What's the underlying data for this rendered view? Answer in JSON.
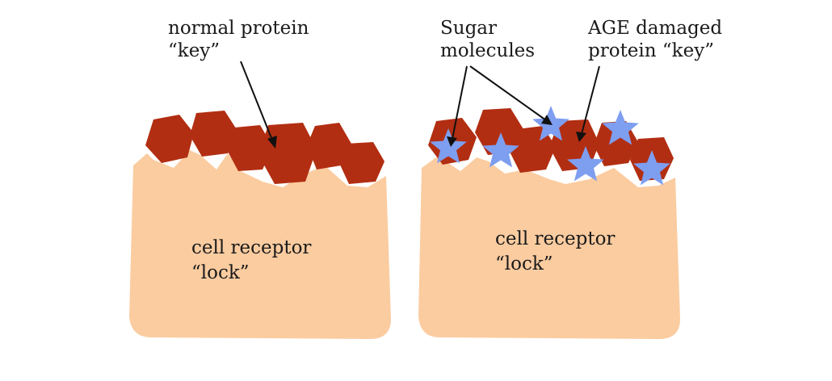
{
  "colors": {
    "receptor": "#fbcca0",
    "protein": "#b22e12",
    "sugar": "#7e9ef0",
    "text": "#1a1a1a",
    "arrow": "#111111"
  },
  "labels": {
    "normal_key_line1": "normal protein",
    "normal_key_line2": "“key”",
    "sugar_line1": "Sugar",
    "sugar_line2": "molecules",
    "age_line1": "AGE damaged",
    "age_line2": "protein “key”",
    "left_lock_line1": "cell receptor",
    "left_lock_line2": "“lock”",
    "right_lock_line1": "cell receptor",
    "right_lock_line2": "“lock”"
  },
  "icons": {
    "protein": "hexagon-shape",
    "sugar": "star-shape"
  }
}
